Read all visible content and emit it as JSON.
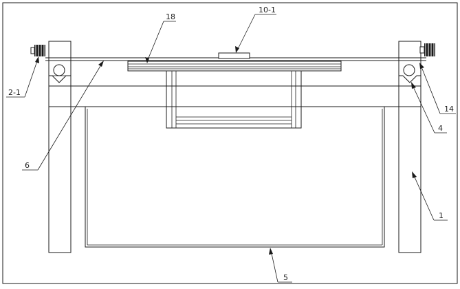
{
  "labels": {
    "part_18": "18",
    "part_10_1": "10-1",
    "part_2_1": "2-1",
    "part_14": "14",
    "part_4": "4",
    "part_6": "6",
    "part_1": "1",
    "part_5": "5"
  }
}
